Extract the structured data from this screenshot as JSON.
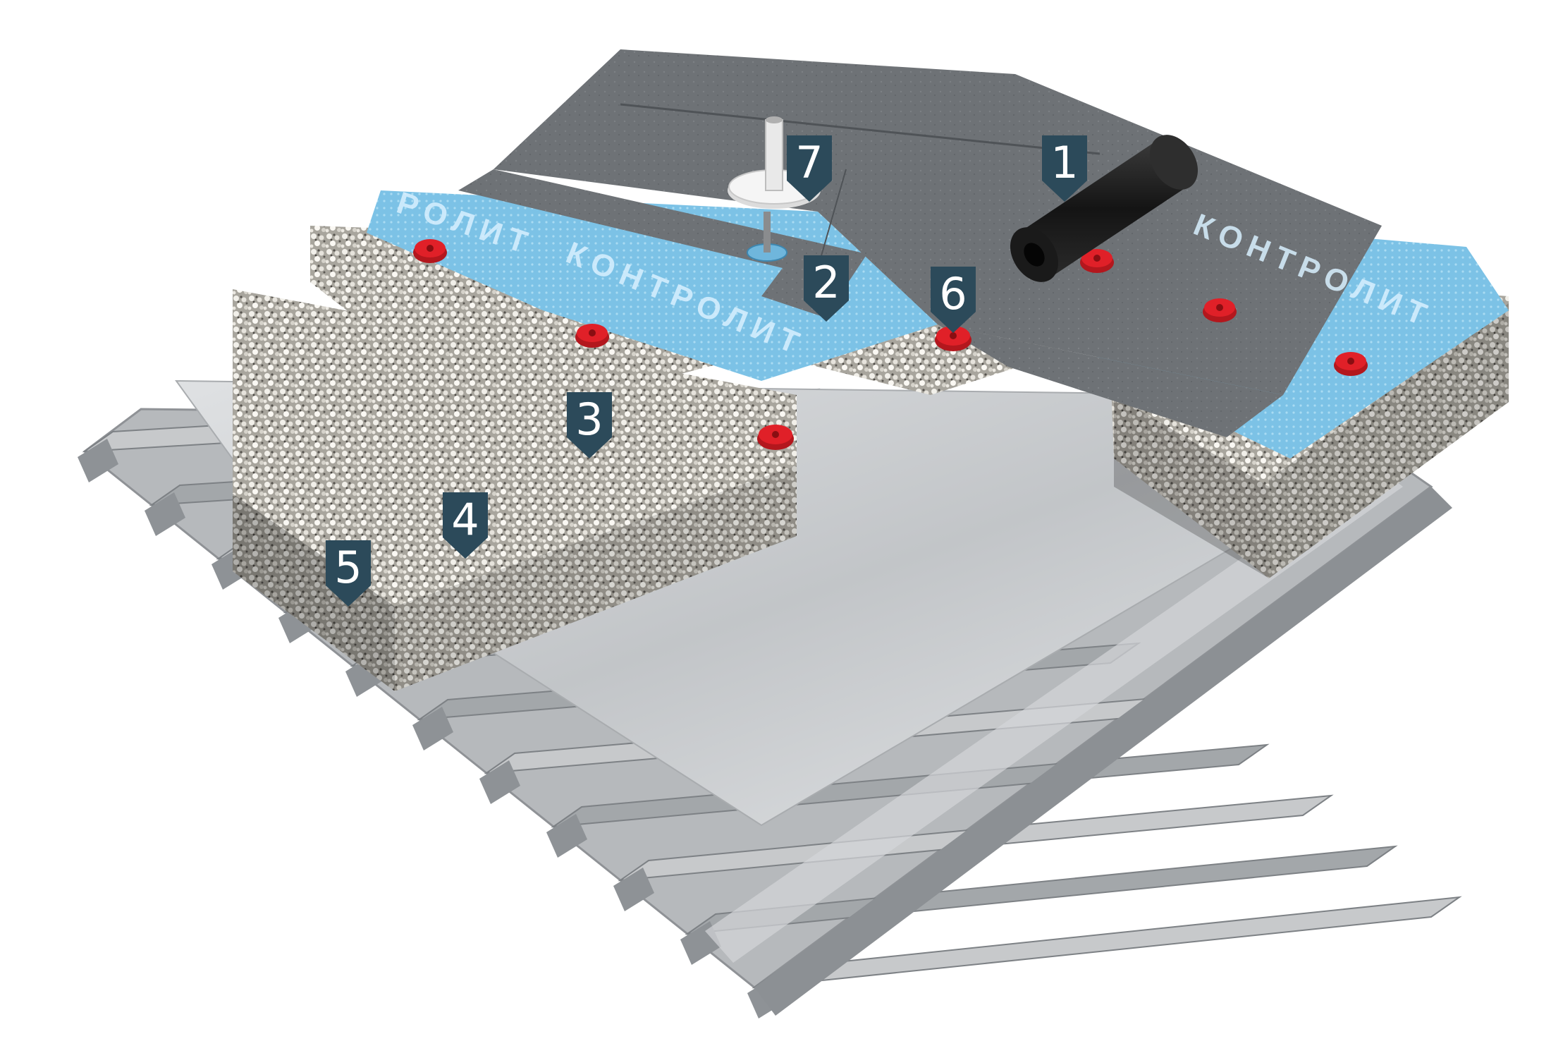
{
  "diagram": {
    "brand_label": "КОНТРОЛИТ",
    "brand_label_partial_left": "РОЛИТ",
    "colors": {
      "marker": "#2c4a5a",
      "membrane": "#6b6f73",
      "separator": "#7fc4e8",
      "insulation": "#b9b6ad",
      "steel_sheet": "#c9cbcd",
      "deck": "#9ea2a5",
      "fastener_cap": "#d81e25",
      "roll": "#1c1c1c"
    },
    "markers": [
      {
        "number": "1",
        "component": "roll-membrane"
      },
      {
        "number": "2",
        "component": "separation-layer"
      },
      {
        "number": "3",
        "component": "insulation-boards"
      },
      {
        "number": "4",
        "component": "vapor-barrier-sheet"
      },
      {
        "number": "5",
        "component": "profiled-steel-deck"
      },
      {
        "number": "6",
        "component": "insulation-fastener"
      },
      {
        "number": "7",
        "component": "membrane-fastener"
      }
    ]
  }
}
